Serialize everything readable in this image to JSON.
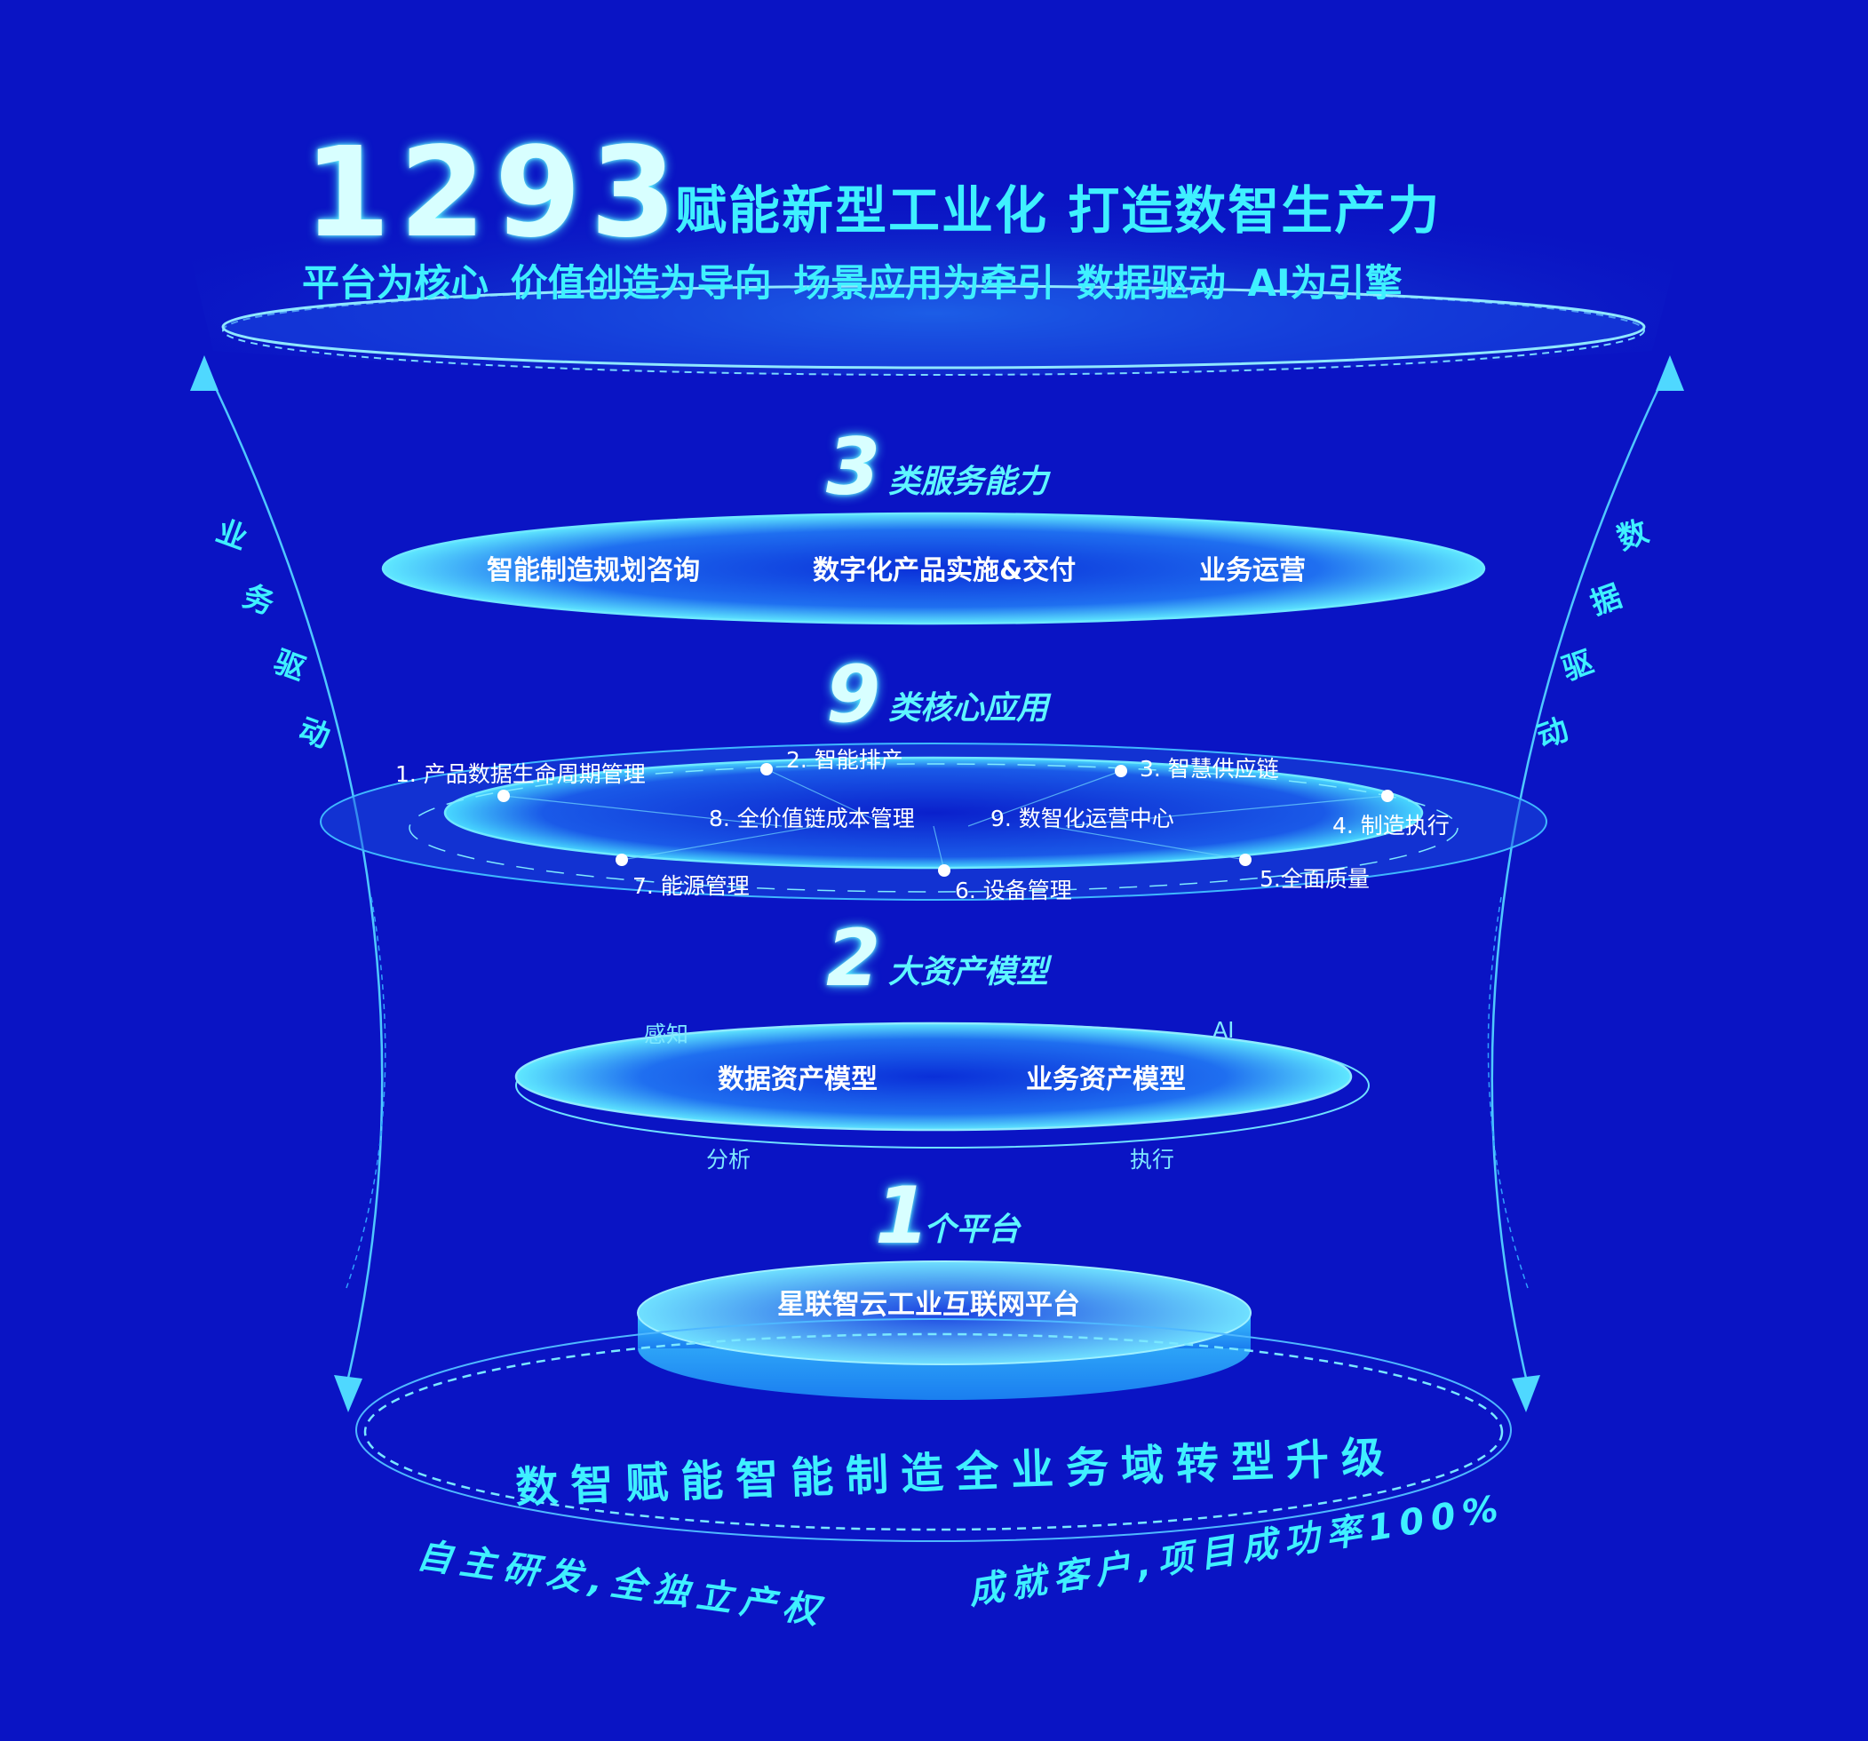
{
  "header": {
    "number": "1293",
    "title": "赋能新型工业化 打造数智生产力",
    "subtitle": "平台为核心 价值创造为导向 场景应用为牵引 数据驱动 AI为引擎"
  },
  "side": {
    "left": [
      "业",
      "务",
      "驱",
      "动"
    ],
    "right": [
      "数",
      "据",
      "驱",
      "动"
    ]
  },
  "tier3": {
    "num": "3",
    "label": "类服务能力",
    "items": [
      "智能制造规划咨询",
      "数字化产品实施&交付",
      "业务运营"
    ]
  },
  "tier9": {
    "num": "9",
    "label": "类核心应用",
    "apps": [
      "1. 产品数据生命周期管理",
      "2. 智能排产",
      "3. 智慧供应链",
      "4. 制造执行",
      "5.全面质量",
      "6. 设备管理",
      "7. 能源管理",
      "8. 全价值链成本管理",
      "9. 数智化运营中心"
    ]
  },
  "tier2": {
    "num": "2",
    "label": "大资产模型",
    "models": [
      "数据资产模型",
      "业务资产模型"
    ],
    "ring": [
      "感知",
      "AI",
      "分析",
      "执行"
    ]
  },
  "tier1": {
    "num": "1",
    "label": "个平台",
    "platform": "星联智云工业互联网平台"
  },
  "footer": {
    "slogan": "数智赋能智能制造全业务域转型升级",
    "left": "自主研发,全独立产权",
    "right": "成就客户,项目成功率100%"
  },
  "colors": {
    "background": "#0a14c4",
    "accent": "#3ff0ff",
    "ring": "#4fd8ff"
  }
}
